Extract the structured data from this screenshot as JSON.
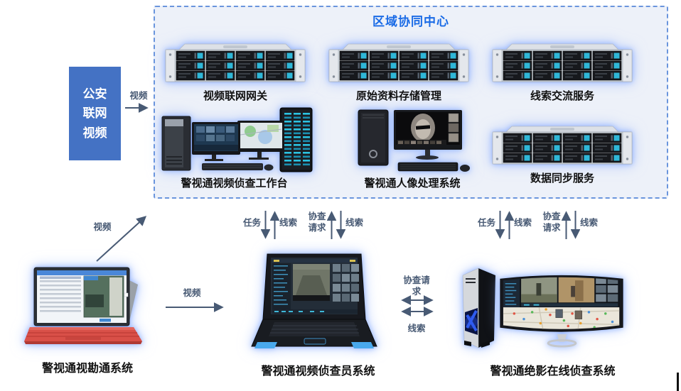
{
  "region": {
    "title": "区域协同中心"
  },
  "source_box": {
    "label": "公安联网视频"
  },
  "nodes": {
    "gateway": {
      "label": "视频联网网关"
    },
    "storage": {
      "label": "原始资料存储管理"
    },
    "clue_exchange": {
      "label": "线索交流服务"
    },
    "workbench": {
      "label": "警视通视频侦查工作台"
    },
    "face_system": {
      "label": "警视通人像处理系统"
    },
    "data_sync": {
      "label": "数据同步服务"
    },
    "survey_system": {
      "label": "警视通视勘通系统"
    },
    "investigator_system": {
      "label": "警视通视频侦查员系统"
    },
    "online_system": {
      "label": "警视通绝影在线侦查系统"
    }
  },
  "edges": {
    "video_in": "视频",
    "video_up": "视频",
    "video_right": "视频",
    "left_group": {
      "task": "任务",
      "clue_up": "线索",
      "assist": "协查请求",
      "clue_down": "线索"
    },
    "right_group": {
      "task": "任务",
      "clue_up": "线索",
      "assist": "协查请求",
      "clue_down": "线索"
    },
    "mid_group": {
      "assist": "协查请求",
      "clue": "线索"
    }
  },
  "colors": {
    "source_box_bg": "#4472c4",
    "region_title": "#1a6be6",
    "region_border": "#6a95dd",
    "region_bg": "#edf1f9",
    "arrow": "#485a74",
    "label_text": "#111111",
    "server_accent": "#2fb7d8"
  }
}
